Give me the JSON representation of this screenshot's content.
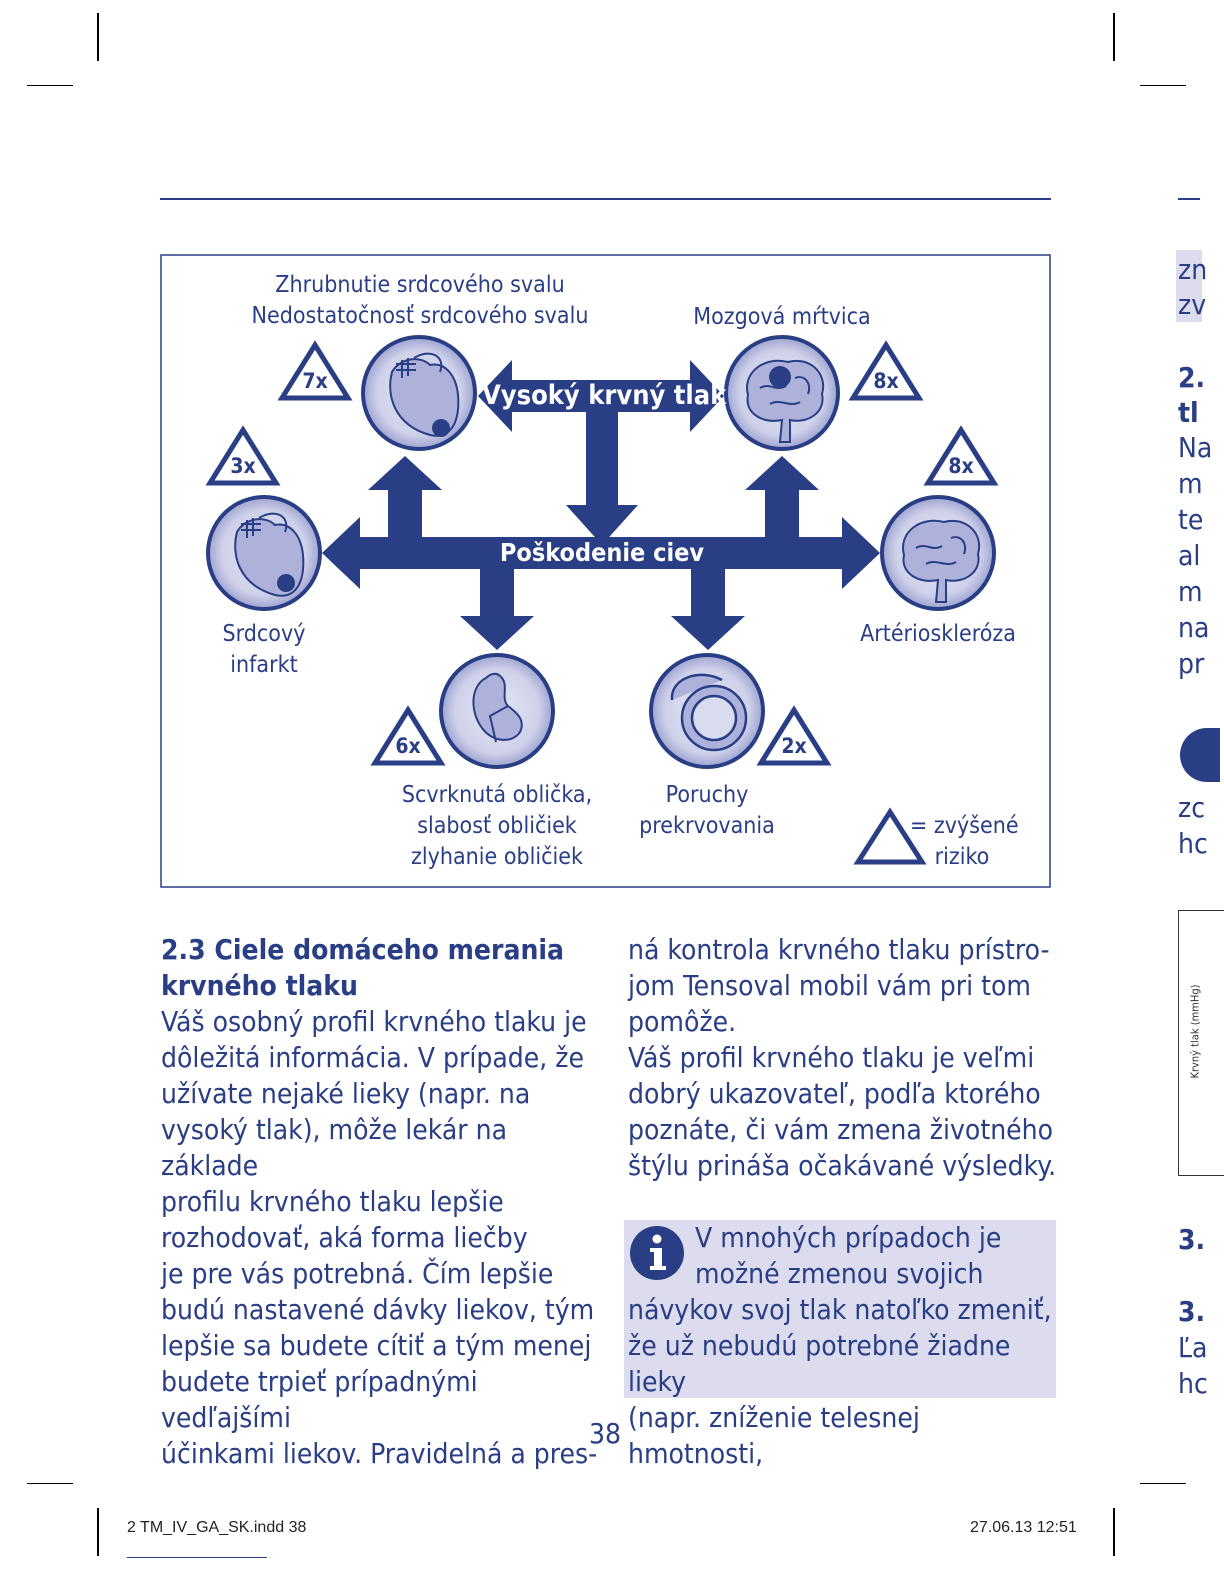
{
  "diagram": {
    "center_top": "Vysoký krvný tlak",
    "center_mid": "Poškodenie ciev",
    "labels": {
      "heart_top_line1": "Zhrubnutie srdcového svalu",
      "heart_top_line2": "Nedostatočnosť srdcového svalu",
      "stroke": "Mozgová mŕtvica",
      "infarct_line1": "Srdcový",
      "infarct_line2": "infarkt",
      "arterio": "Artérioskleróza",
      "kidney_line1": "Scvrknutá oblička,",
      "kidney_line2": "slabosť obličiek",
      "kidney_line3": "zlyhanie obličiek",
      "perfusion_line1": "Poruchy",
      "perfusion_line2": "prekrvovania"
    },
    "risk": {
      "heart_top": "7x",
      "stroke": "8x",
      "infarct": "3x",
      "arterio": "8x",
      "kidney": "6x",
      "perfusion": "2x"
    },
    "legend_line1": "= zvýšené",
    "legend_line2": "riziko"
  },
  "section": {
    "heading_line1": "2.3 Ciele domáceho merania",
    "heading_line2": "krvného tlaku",
    "left_lines": [
      "Váš osobný profil krvného tlaku je",
      "dôležitá informácia. V prípade, že",
      "užívate nejaké lieky (napr. na",
      "vysoký tlak), môže lekár na základe",
      "profilu krvného tlaku lepšie",
      "rozhodovať, aká forma liečby",
      "je pre vás potrebná. Čím lepšie",
      "budú nastavené dávky liekov, tým",
      "lepšie sa budete cítiť a tým menej",
      "budete trpieť prípadnými vedľajšími",
      "účinkami liekov. Pravidelná a pres-"
    ],
    "right_lines": [
      "ná kontrola krvného tlaku prístro-",
      "jom Tensoval mobil vám pri tom",
      "pomôže.",
      "Váš profil krvného tlaku je veľmi",
      "dobrý ukazovateľ, podľa ktorého",
      "poznáte, či vám zmena životného",
      "štýlu prináša očakávané výsledky."
    ],
    "info_lines": [
      "V mnohých prípadoch je",
      "možné zmenou svojich",
      "návykov svoj tlak natoľko zmeniť,",
      "že už nebudú potrebné žiadne lieky",
      "(napr. zníženie telesnej hmotnosti,"
    ]
  },
  "page_number": "38",
  "footer": {
    "file": "2 TM_IV_GA_SK.indd   38",
    "date": "27.06.13   12:51"
  },
  "next_page_edge": {
    "line1": "zn",
    "line2": "zv",
    "line3": "2.",
    "line4": "tl",
    "line5": "Na",
    "line6": "m",
    "line7": "te",
    "line8": "al",
    "line9": "m",
    "line10": "na",
    "line11": "pr",
    "line12": "zc",
    "line13": "hc",
    "axis": "Krvný tlak (mmHg)",
    "line14": "3.",
    "line15": "3.",
    "line16": "Ľa",
    "line17": "hc"
  },
  "colors": {
    "navy": "#2a3e86",
    "circle_fill": "#c9cbe6",
    "info_bg": "#dcdcee"
  }
}
